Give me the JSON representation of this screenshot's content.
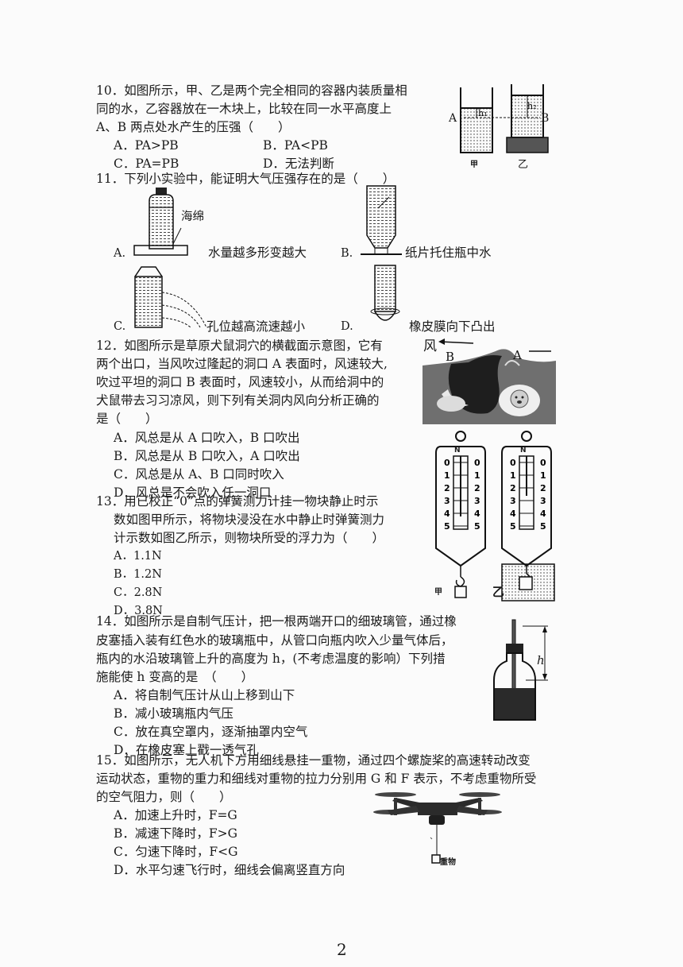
{
  "q10": {
    "l1": "10．如图所示，甲、乙是两个完全相同的容器内装质量相",
    "l2": "同的水，乙容器放在一木块上，比较在同一水平高度上",
    "l3": "A、B 两点处水产生的压强（　　）",
    "opts": [
      "A．PA>PB",
      "B．PA<PB",
      "C．PA=PB",
      "D．无法判断"
    ],
    "fig": {
      "a": "A",
      "b": "B",
      "jia": "甲",
      "yi": "乙"
    }
  },
  "q11": {
    "stem": "11．下列小实验中，能证明大气压强存在的是（　　）",
    "a_letter": "A.",
    "a_text": "水量越多形变越大",
    "a_note": "海绵",
    "b_letter": "B.",
    "b_text": "纸片托住瓶中水",
    "c_letter": "C.",
    "c_text": "孔位越高流速越小",
    "d_letter": "D.",
    "d_text": "橡皮膜向下凸出"
  },
  "q12": {
    "l1": "12．如图所示是草原犬鼠洞穴的横截面示意图，它有",
    "l2": "两个出口，当风吹过隆起的洞口 A 表面时，风速较大,",
    "l3": "吹过平坦的洞口 B 表面时，风速较小，从而给洞中的",
    "l4": "犬鼠带去习习凉风，则下列有关洞内风向分析正确的",
    "l5": "是（　　）",
    "opts": [
      "A．风总是从 A 口吹入，B 口吹出",
      "B．风总是从 B 口吹入，A 口吹出",
      "C．风总是从 A、B 口同时吹入",
      "D．风总是不会吹入任一洞口"
    ],
    "fig": {
      "wind": "风",
      "b": "B",
      "a": "A"
    }
  },
  "q13": {
    "l1": "13．用已校正“0”点的弹簧测力计挂一物块静止时示",
    "l2": "数如图甲所示，将物块浸没在水中静止时弹簧测力",
    "l3": "计示数如图乙所示，则物块所受的浮力为（　　）",
    "opts": [
      "A．1.1N",
      "B．1.2N",
      "C．2.8N",
      "D．3.8N"
    ],
    "fig": {
      "n": "N",
      "jia": "甲",
      "yi": "乙",
      "ticks": [
        "0",
        "1",
        "2",
        "3",
        "4",
        "5"
      ]
    }
  },
  "q14": {
    "l1": "14．如图所示是自制气压计，把一根两端开口的细玻璃管，通过橡",
    "l2": "皮塞插入装有红色水的玻璃瓶中，从管口向瓶内吹入少量气体后，",
    "l3": "瓶内的水沿玻璃管上升的高度为 h，(不考虑温度的影响）下列措",
    "l4": "施能使 h 变高的是　（　　）",
    "opts": [
      "A．将自制气压计从山上移到山下",
      "B．减小玻璃瓶内气压",
      "C．放在真空罩内，逐渐抽罩内空气",
      "D．在橡皮塞上戳一透气孔"
    ],
    "fig": {
      "h": "h"
    }
  },
  "q15": {
    "l1": "15．如图所示，无人机下方用细线悬挂一重物，通过四个螺旋桨的高速转动改变",
    "l2": "运动状态，重物的重力和细线对重物的拉力分别用 G 和 F 表示，不考虑重物所受",
    "l3": "的空气阻力，则（　　）",
    "opts": [
      "A．加速上升时，F=G",
      "B．减速下降时，F>G",
      "C．匀速下降时，F<G",
      "D．水平匀速飞行时，细线会偏离竖直方向"
    ],
    "fig": {
      "weight": "重物"
    }
  },
  "page_number": "2"
}
